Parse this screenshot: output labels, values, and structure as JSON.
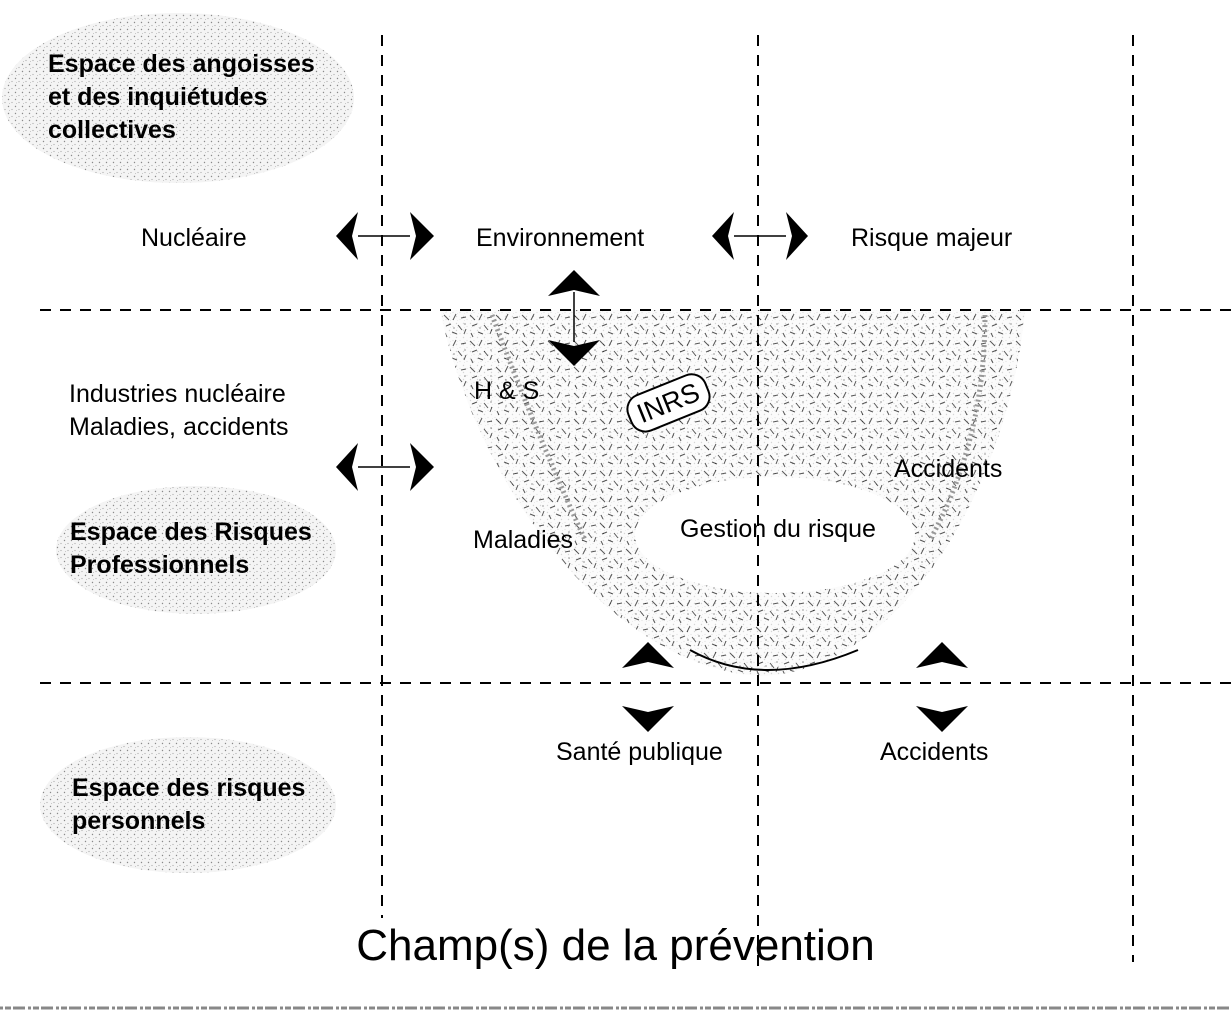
{
  "spaces": {
    "collective": "Espace des angoisses\net des inquiétudes\ncollectives",
    "professional": "Espace des Risques\nProfessionnels",
    "personal": "Espace des risques\npersonnels"
  },
  "top_row": {
    "nuclear": "Nucléaire",
    "environment": "Environnement",
    "major_risk": "Risque majeur"
  },
  "middle_row": {
    "industries": "Industries nucléaire\nMaladies, accidents",
    "hs": "H & S",
    "inrs": "INRS",
    "accidents": "Accidents",
    "diseases": "Maladies",
    "risk_management": "Gestion du risque"
  },
  "bottom_row": {
    "public_health": "Santé publique",
    "accidents": "Accidents"
  },
  "title": "Champ(s) de la prévention"
}
